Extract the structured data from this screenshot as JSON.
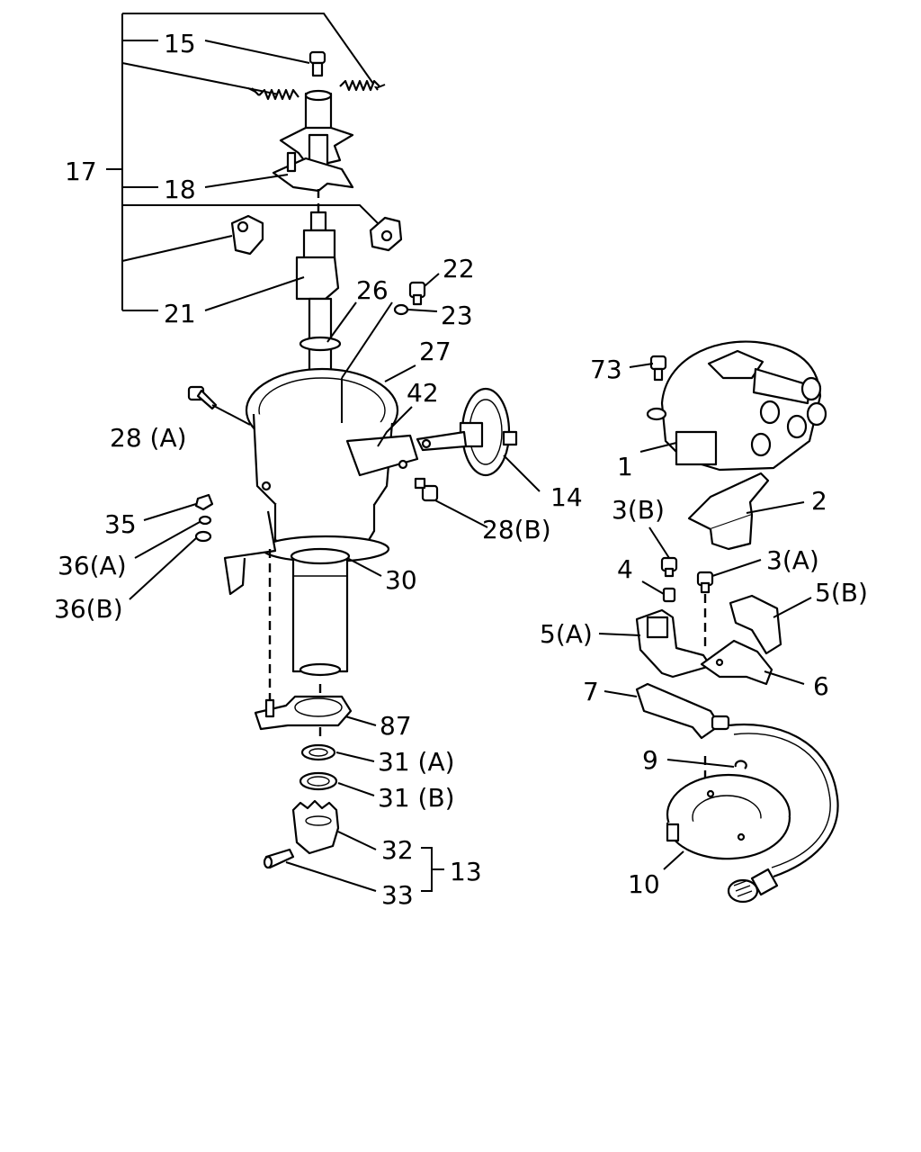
{
  "callouts": {
    "c15": "15",
    "c17": "17",
    "c18": "18",
    "c21": "21",
    "c22": "22",
    "c23": "23",
    "c26": "26",
    "c27": "27",
    "c42": "42",
    "c28a": "28 (A)",
    "c28b": "28(B)",
    "c14": "14",
    "c35": "35",
    "c36a": "36(A)",
    "c36b": "36(B)",
    "c30": "30",
    "c87": "87",
    "c31a": "31 (A)",
    "c31b": "31 (B)",
    "c32": "32",
    "c33": "33",
    "c13": "13",
    "c73": "73",
    "c1": "1",
    "c2": "2",
    "c3b": "3(B)",
    "c3a": "3(A)",
    "c4": "4",
    "c5a": "5(A)",
    "c5b": "5(B)",
    "c6": "6",
    "c7": "7",
    "c9": "9",
    "c10": "10"
  }
}
